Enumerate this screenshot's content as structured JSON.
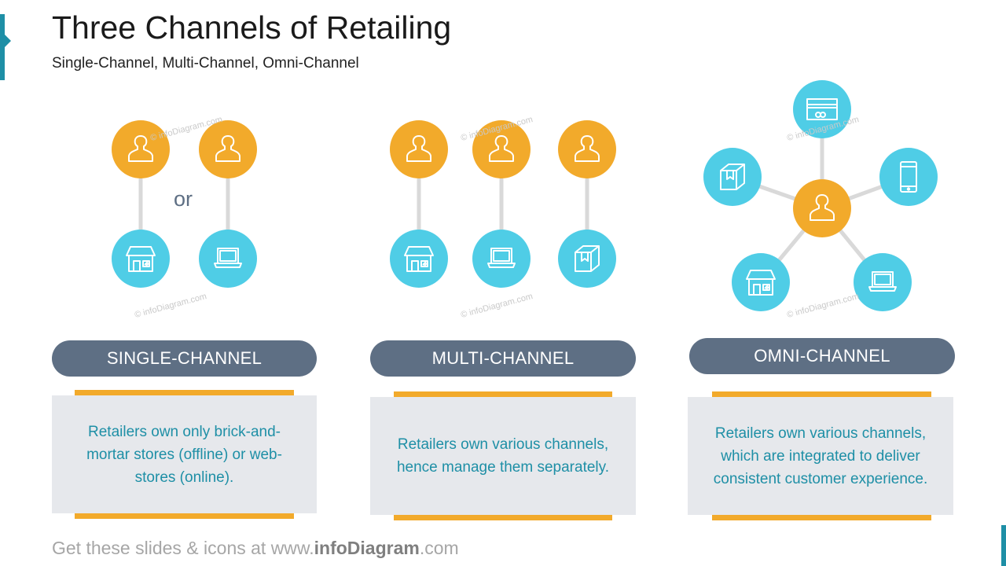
{
  "slide": {
    "title": "Three Channels of Retailing",
    "subtitle": "Single-Channel,  Multi-Channel,  Omni-Channel"
  },
  "single": {
    "separator": "or",
    "label": "SINGLE-CHANNEL",
    "description": "Retailers own only brick-and-mortar stores (offline) or web-stores (online)."
  },
  "multi": {
    "label": "MULTI-CHANNEL",
    "description": "Retailers own various channels, hence manage them separately."
  },
  "omni": {
    "label": "OMNI-CHANNEL",
    "description": "Retailers own various channels, which are integrated to deliver consistent customer experience."
  },
  "watermark": "© infoDiagram.com",
  "footer": {
    "prefix": "Get these slides & icons at www.",
    "brand": "infoDiagram",
    "suffix": ".com"
  },
  "colors": {
    "customer": "#f2aa2b",
    "channel": "#4fcde6",
    "connector": "#d9d9d9",
    "pill": "#5e6f84",
    "text_accent": "#1e8fa6"
  },
  "icons": {
    "customer": "person-icon",
    "channels": [
      "store-icon",
      "laptop-icon",
      "box-icon",
      "credit-card-icon",
      "smartphone-icon"
    ]
  }
}
